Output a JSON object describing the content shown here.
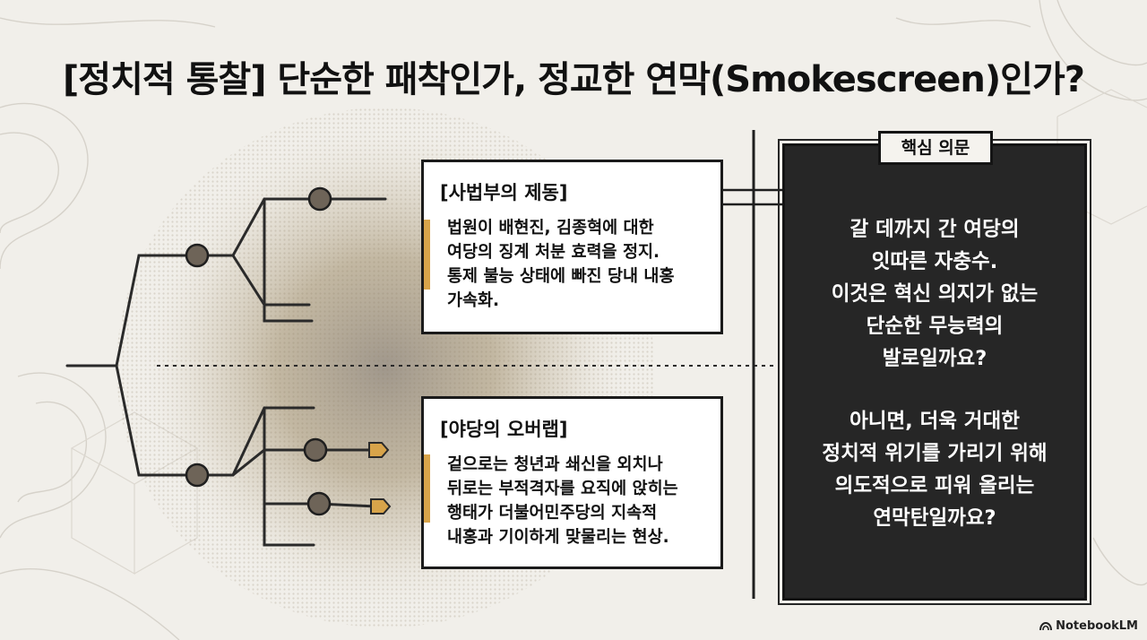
{
  "title": "[정치적 통찰] 단순한 패착인가, 정교한 연막(Smokescreen)인가?",
  "cards": [
    {
      "title": "[사법부의 제동]",
      "body": "법원이 배현진, 김종혁에 대한\n여당의 징계 처분 효력을 정지.\n통제 불능 상태에 빠진 당내 내홍\n가속화."
    },
    {
      "title": "[야당의 오버랩]",
      "body": "겉으로는 청년과 쇄신을 외치나\n뒤로는 부적격자를 요직에 앉히는\n행태가 더불어민주당의 지속적\n내홍과 기이하게 맞물리는 현상."
    }
  ],
  "panel": {
    "tab": "핵심 의문",
    "question_1": "갈 데까지 간 여당의\n잇따른 자충수.\n이것은 혁신 의지가 없는\n단순한 무능력의\n발로일까요?",
    "question_2": "아니면, 더욱 거대한\n정치적 위기를 가리기 위해\n의도적으로 피워 올리는\n연막탄일까요?"
  },
  "brand": "NotebookLM",
  "colors": {
    "background": "#f1efea",
    "panel": "#262626",
    "accent": "#d8a44a",
    "node": "#6e6458"
  }
}
